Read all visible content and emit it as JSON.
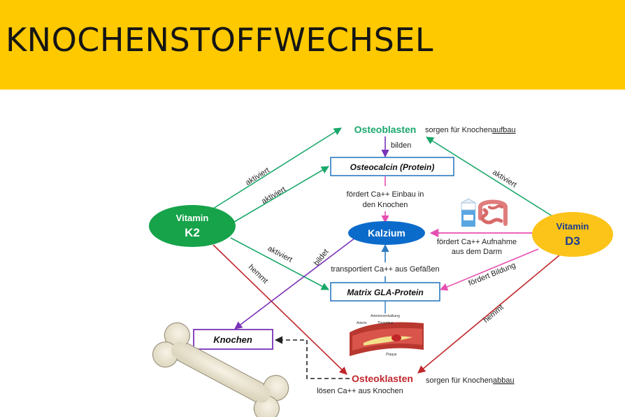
{
  "title": "KNOCHENSTOFFWECHSEL",
  "nodes": {
    "osteoblasten": "Osteoblasten",
    "osteoblasten_note_prefix": "sorgen für Knochen",
    "osteoblasten_note_underline": "aufbau",
    "osteocalcin": "Osteocalcin (Protein)",
    "kalzium": "Kalzium",
    "matrix_gla": "Matrix GLA-Protein",
    "knochen": "Knochen",
    "osteoklasten": "Osteoklasten",
    "osteoklasten_note_prefix": "sorgen für Knochen",
    "osteoklasten_note_underline": "abbau",
    "osteoklasten_sub": "lösen Ca++ aus Knochen",
    "vitamin_k2_line1": "Vitamin",
    "vitamin_k2_line2": "K2",
    "vitamin_d3_line1": "Vitamin",
    "vitamin_d3_line2": "D3"
  },
  "edge_labels": {
    "bilden": "bilden",
    "foerdert_einbau_1": "fördert Ca++ Einbau in",
    "foerdert_einbau_2": "den Knochen",
    "transportiert": "transportiert Ca++ aus Gefäßen",
    "foerdert_aufnahme_1": "fördert Ca++ Aufnahme",
    "foerdert_aufnahme_2": "aus dem Darm",
    "foerdert_bildung": "fördert Bildung",
    "k2_aktiviert_1": "aktiviert",
    "k2_aktiviert_2": "aktiviert",
    "k2_aktiviert_3": "aktiviert",
    "k2_hemmt": "hemmt",
    "d3_aktiviert": "aktiviert",
    "d3_hemmt": "hemmt",
    "bildet": "bildet"
  },
  "artery_labels": {
    "top": "Arterienverkalkung",
    "arterie": "Arterie",
    "thrombus": "Thrombus",
    "plaque": "Plaque"
  },
  "colors": {
    "banner": "#ffc900",
    "green": "#1aa86a",
    "k2_fill": "#16a34a",
    "d3_fill": "#fcc419",
    "blue_box": "#2c7bc0",
    "kalzium_fill": "#0b6bcb",
    "purple": "#7a32b8",
    "pink": "#e64fb0",
    "red": "#c0272d"
  }
}
